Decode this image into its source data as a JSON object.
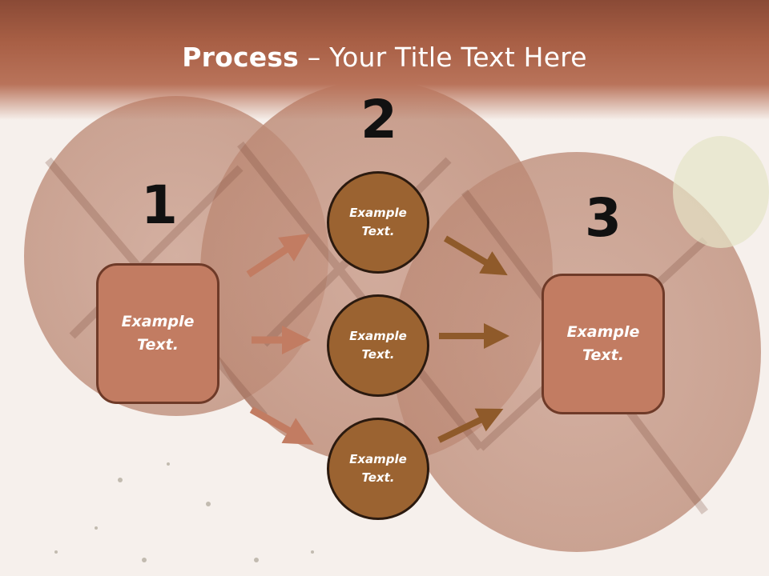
{
  "title": {
    "bold": "Process",
    "rest": " – Your Title Text Here"
  },
  "steps": {
    "one": {
      "number": "1",
      "text": "Example\nText."
    },
    "two": {
      "number": "2"
    },
    "three": {
      "number": "3",
      "text": "Example\nText."
    }
  },
  "circles": [
    {
      "text": "Example\nText."
    },
    {
      "text": "Example\nText."
    },
    {
      "text": "Example\nText."
    }
  ],
  "colors": {
    "title_bar": "#a85f45",
    "box_fill": "#c27c62",
    "circle_fill": "#9b6331",
    "arrow_left": "#c27c62",
    "arrow_right": "#8f5a2a"
  }
}
